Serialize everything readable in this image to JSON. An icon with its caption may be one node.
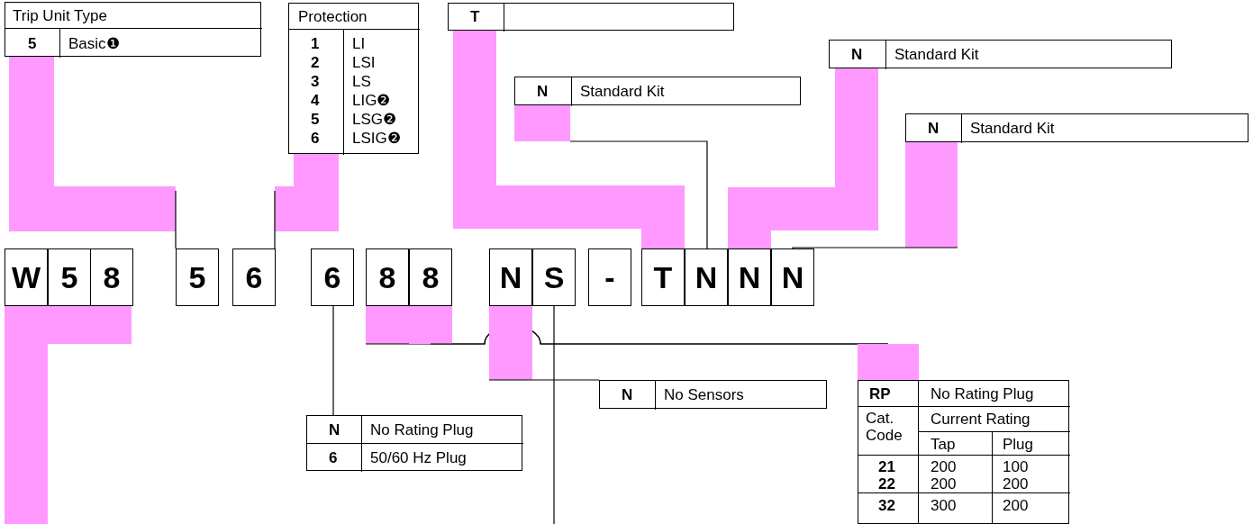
{
  "diagram": {
    "nodes": [
      {
        "text": [
          "Trip Unit Type",
          "5",
          "Basic❶"
        ]
      },
      {
        "text": [
          "Protection",
          "1",
          "LI",
          "2",
          "LSI",
          "3",
          "LS",
          "4",
          "LIG❷",
          "5",
          "LSG❷",
          "6",
          "LSIG❷"
        ]
      },
      {
        "text": [
          "T"
        ]
      },
      {
        "text": [
          "N",
          "Standard Kit"
        ]
      },
      {
        "text": [
          "N",
          "Standard Kit"
        ]
      },
      {
        "text": [
          "N",
          "Standard Kit"
        ]
      },
      {
        "text": [
          "W"
        ]
      },
      {
        "text": [
          "5"
        ]
      },
      {
        "text": [
          "8"
        ]
      },
      {
        "text": [
          "5"
        ]
      },
      {
        "text": [
          "6"
        ]
      },
      {
        "text": [
          "6"
        ]
      },
      {
        "text": [
          "8"
        ]
      },
      {
        "text": [
          "8"
        ]
      },
      {
        "text": [
          "N"
        ]
      },
      {
        "text": [
          "S"
        ]
      },
      {
        "text": [
          "-"
        ]
      },
      {
        "text": [
          "T"
        ]
      },
      {
        "text": [
          "N"
        ]
      },
      {
        "text": [
          "N"
        ]
      },
      {
        "text": [
          "N"
        ]
      },
      {
        "text": [
          "N",
          "No Sensors"
        ]
      },
      {
        "text": [
          "RP",
          "No Rating Plug",
          "Cat. Code",
          "Current Rating",
          "Tap",
          "Plug",
          "21 22",
          "200 200",
          "100 200",
          "32",
          "300",
          "200"
        ]
      },
      {
        "text": [
          "N",
          "No Rating Plug",
          "6",
          "50/60 Hz Plug"
        ]
      }
    ],
    "edges": [
      {
        "from": 0,
        "to": 9,
        "arrow": "none",
        "style": "thick",
        "color": "#ff99ff"
      },
      {
        "from": 1,
        "to": 10,
        "arrow": "none",
        "style": "thick",
        "color": "#ff99ff"
      },
      {
        "from": 2,
        "to": 17,
        "arrow": "none",
        "style": "thick",
        "color": "#ff99ff"
      },
      {
        "from": 3,
        "to": 19,
        "arrow": "none",
        "style": "thick",
        "color": "#ff99ff"
      },
      {
        "from": 4,
        "to": 18,
        "arrow": "none",
        "color": "#000000"
      },
      {
        "from": 5,
        "to": 20,
        "arrow": "none",
        "color": "#000000"
      },
      {
        "from": 6,
        "to": null,
        "arrow": "none",
        "style": "thick",
        "color": "#ff99ff"
      },
      {
        "from": 7,
        "to": null,
        "arrow": "none",
        "style": "thick",
        "color": "#ff99ff"
      },
      {
        "from": 8,
        "to": null,
        "arrow": "none",
        "style": "thick",
        "color": "#ff99ff"
      },
      {
        "from": 11,
        "to": 23,
        "arrow": "none",
        "color": "#000000"
      },
      {
        "from": 12,
        "to": 22,
        "arrow": "none",
        "color": "#000000"
      },
      {
        "from": 13,
        "to": 22,
        "arrow": "none",
        "color": "#000000"
      },
      {
        "from": 14,
        "to": 21,
        "arrow": "none",
        "color": "#000000"
      },
      {
        "from": 15,
        "to": null,
        "arrow": "none",
        "color": "#000000"
      }
    ]
  }
}
